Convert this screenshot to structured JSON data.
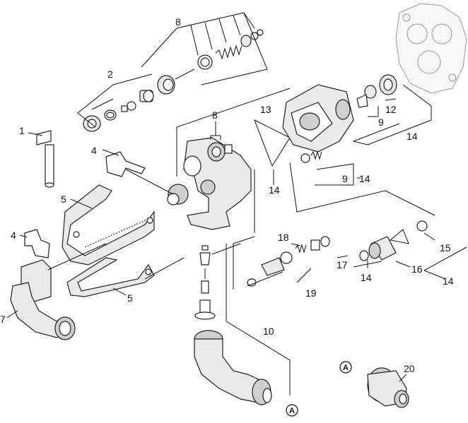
{
  "labels": {
    "n1": "1",
    "n2": "2",
    "n4a": "4",
    "n4b": "4",
    "n5a": "5",
    "n5b": "5",
    "n7": "7",
    "n8a": "8",
    "n8b": "8",
    "n9a": "9",
    "n9b": "9",
    "n10": "10",
    "n12": "12",
    "n13": "13",
    "n14a": "14",
    "n14b": "14",
    "n14c": "14",
    "n14d": "14",
    "n14e": "14",
    "n15": "15",
    "n16": "16",
    "n17": "17",
    "n18": "18",
    "n19": "19",
    "n20": "20"
  },
  "markers": {
    "a1": "A",
    "a2": "A"
  }
}
